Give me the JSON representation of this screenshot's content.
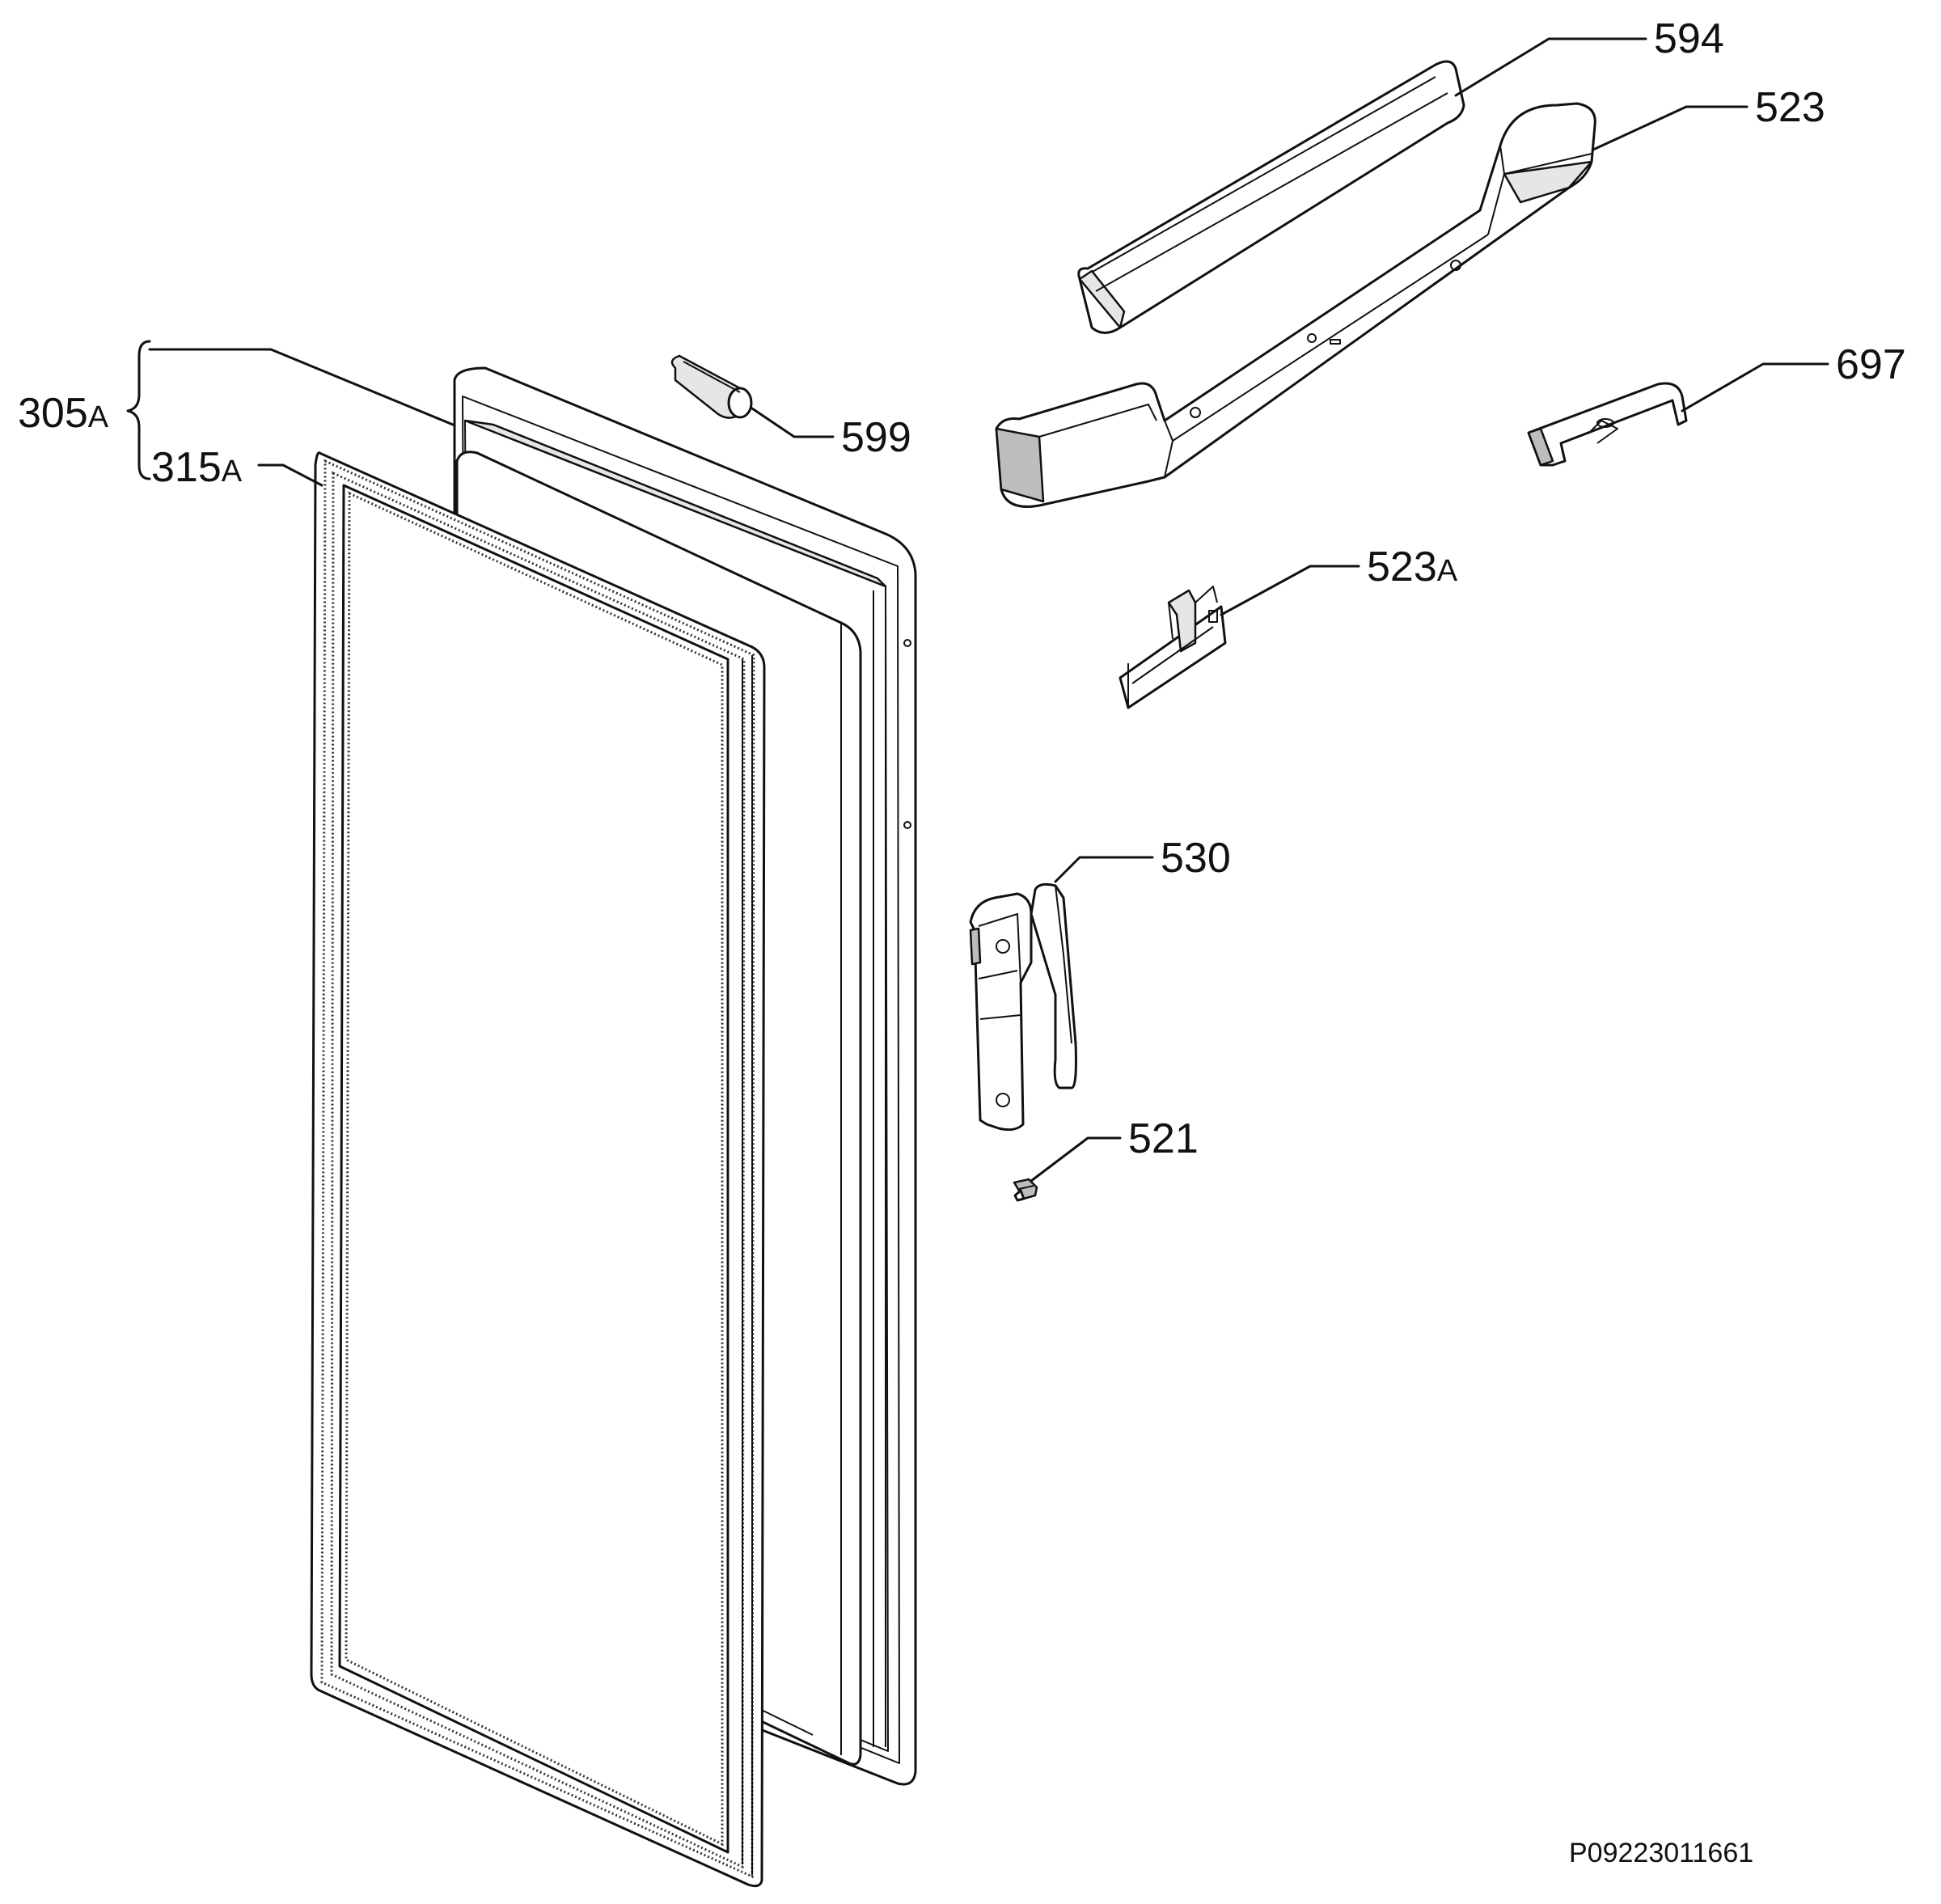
{
  "diagram": {
    "doc_id": "P09223011661",
    "callouts": [
      {
        "id": "594",
        "number": "594",
        "suffix": ""
      },
      {
        "id": "523",
        "number": "523",
        "suffix": ""
      },
      {
        "id": "697",
        "number": "697",
        "suffix": ""
      },
      {
        "id": "599",
        "number": "599",
        "suffix": ""
      },
      {
        "id": "523a",
        "number": "523",
        "suffix": "A"
      },
      {
        "id": "530",
        "number": "530",
        "suffix": ""
      },
      {
        "id": "521",
        "number": "521",
        "suffix": ""
      },
      {
        "id": "305a",
        "number": "305",
        "suffix": "A"
      },
      {
        "id": "315a",
        "number": "315",
        "suffix": "A"
      }
    ]
  }
}
